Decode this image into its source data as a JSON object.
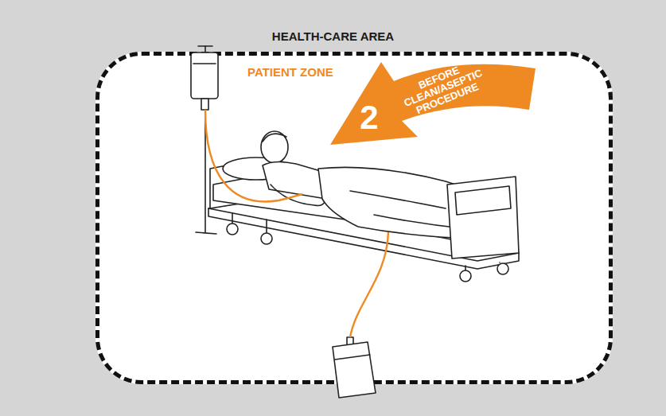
{
  "diagram": {
    "nodes": [
      {
        "text": [
          "HEALTH-CARE AREA"
        ]
      },
      {
        "text": [
          "PATIENT ZONE"
        ],
        "in": 0
      },
      {
        "text": [
          "2",
          "BEFORE CLEAN/ASEPTIC PROCEDURE"
        ],
        "in": 1
      }
    ]
  }
}
